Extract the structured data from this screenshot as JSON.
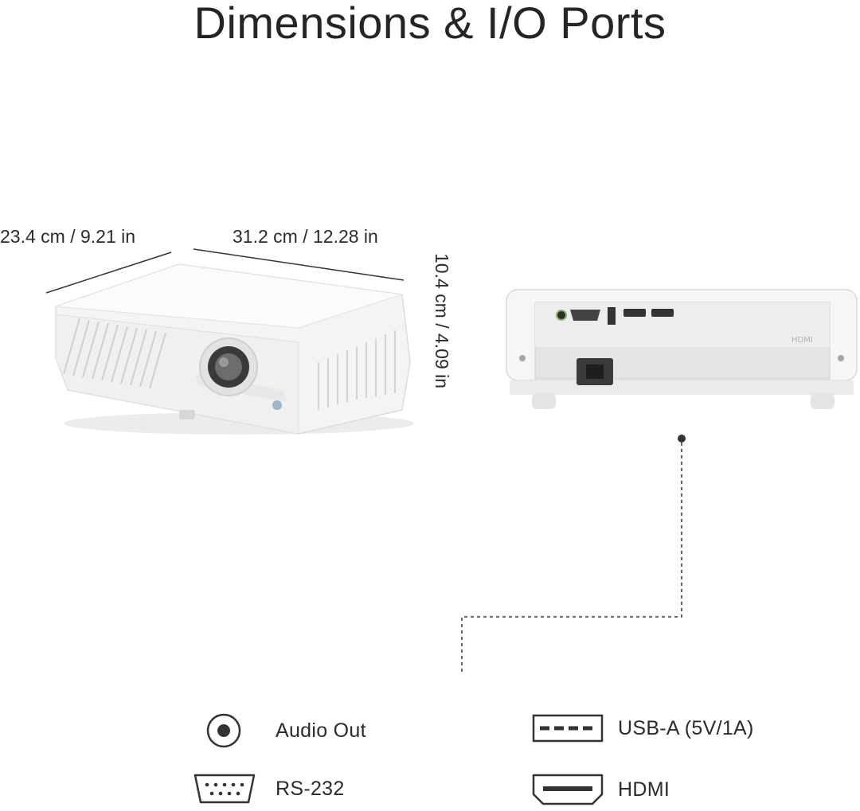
{
  "title": "Dimensions & I/O Ports",
  "dimensions": {
    "depth": "23.4 cm / 9.21 in",
    "width": "31.2 cm / 12.28 in",
    "height": "10.4 cm / 4.09 in"
  },
  "legend": [
    {
      "icon": "audio-jack-icon",
      "label": "Audio Out"
    },
    {
      "icon": "usb-a-icon",
      "label": "USB-A (5V/1A)"
    },
    {
      "icon": "rs232-port-icon",
      "label": "RS-232"
    },
    {
      "icon": "hdmi-port-icon",
      "label": "HDMI"
    }
  ],
  "colors": {
    "text": "#2b2b2b",
    "device": "#f2f2f2",
    "panel": "#e6e6e6"
  }
}
